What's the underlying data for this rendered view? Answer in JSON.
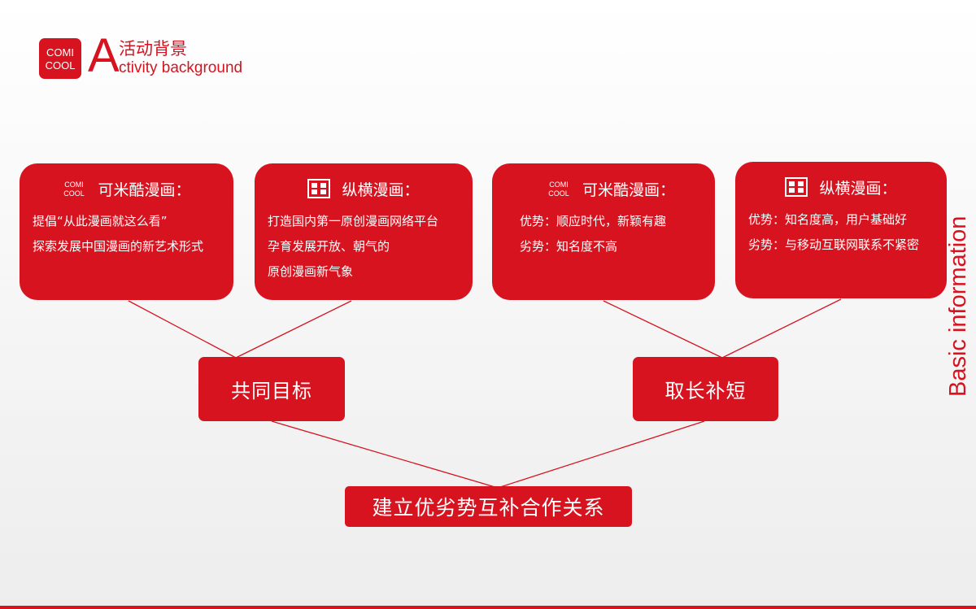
{
  "header": {
    "logo_top": "COMI",
    "logo_bottom": "COOL",
    "letter": "A",
    "title_cn": "活动背景",
    "title_en": "ctivity background"
  },
  "side_title": "Basic information",
  "cards": [
    {
      "icon": "comicool-logo-icon",
      "logo_top": "COMI",
      "logo_bottom": "COOL",
      "name": "可米酷漫画：",
      "lines": [
        "提倡“从此漫画就这么看”",
        "探索发展中国漫画的新艺术形式"
      ]
    },
    {
      "icon": "zongheng-logo-icon",
      "name": "纵横漫画：",
      "lines": [
        "打造国内第一原创漫画网络平台",
        "孕育发展开放、朝气的",
        "原创漫画新气象"
      ]
    },
    {
      "icon": "comicool-logo-icon",
      "logo_top": "COMI",
      "logo_bottom": "COOL",
      "name": "可米酷漫画：",
      "lines": [
        "优势：顺应时代，新颖有趣",
        "劣势：知名度不高"
      ]
    },
    {
      "icon": "zongheng-logo-icon",
      "name": "纵横漫画：",
      "lines": [
        "优势：知名度高，用户基础好",
        "劣势：与移动互联网联系不紧密"
      ]
    }
  ],
  "middle": [
    "共同目标",
    "取长补短"
  ],
  "bottom": "建立优劣势互补合作关系",
  "colors": {
    "accent": "#d6131f",
    "line": "#d6131f"
  }
}
